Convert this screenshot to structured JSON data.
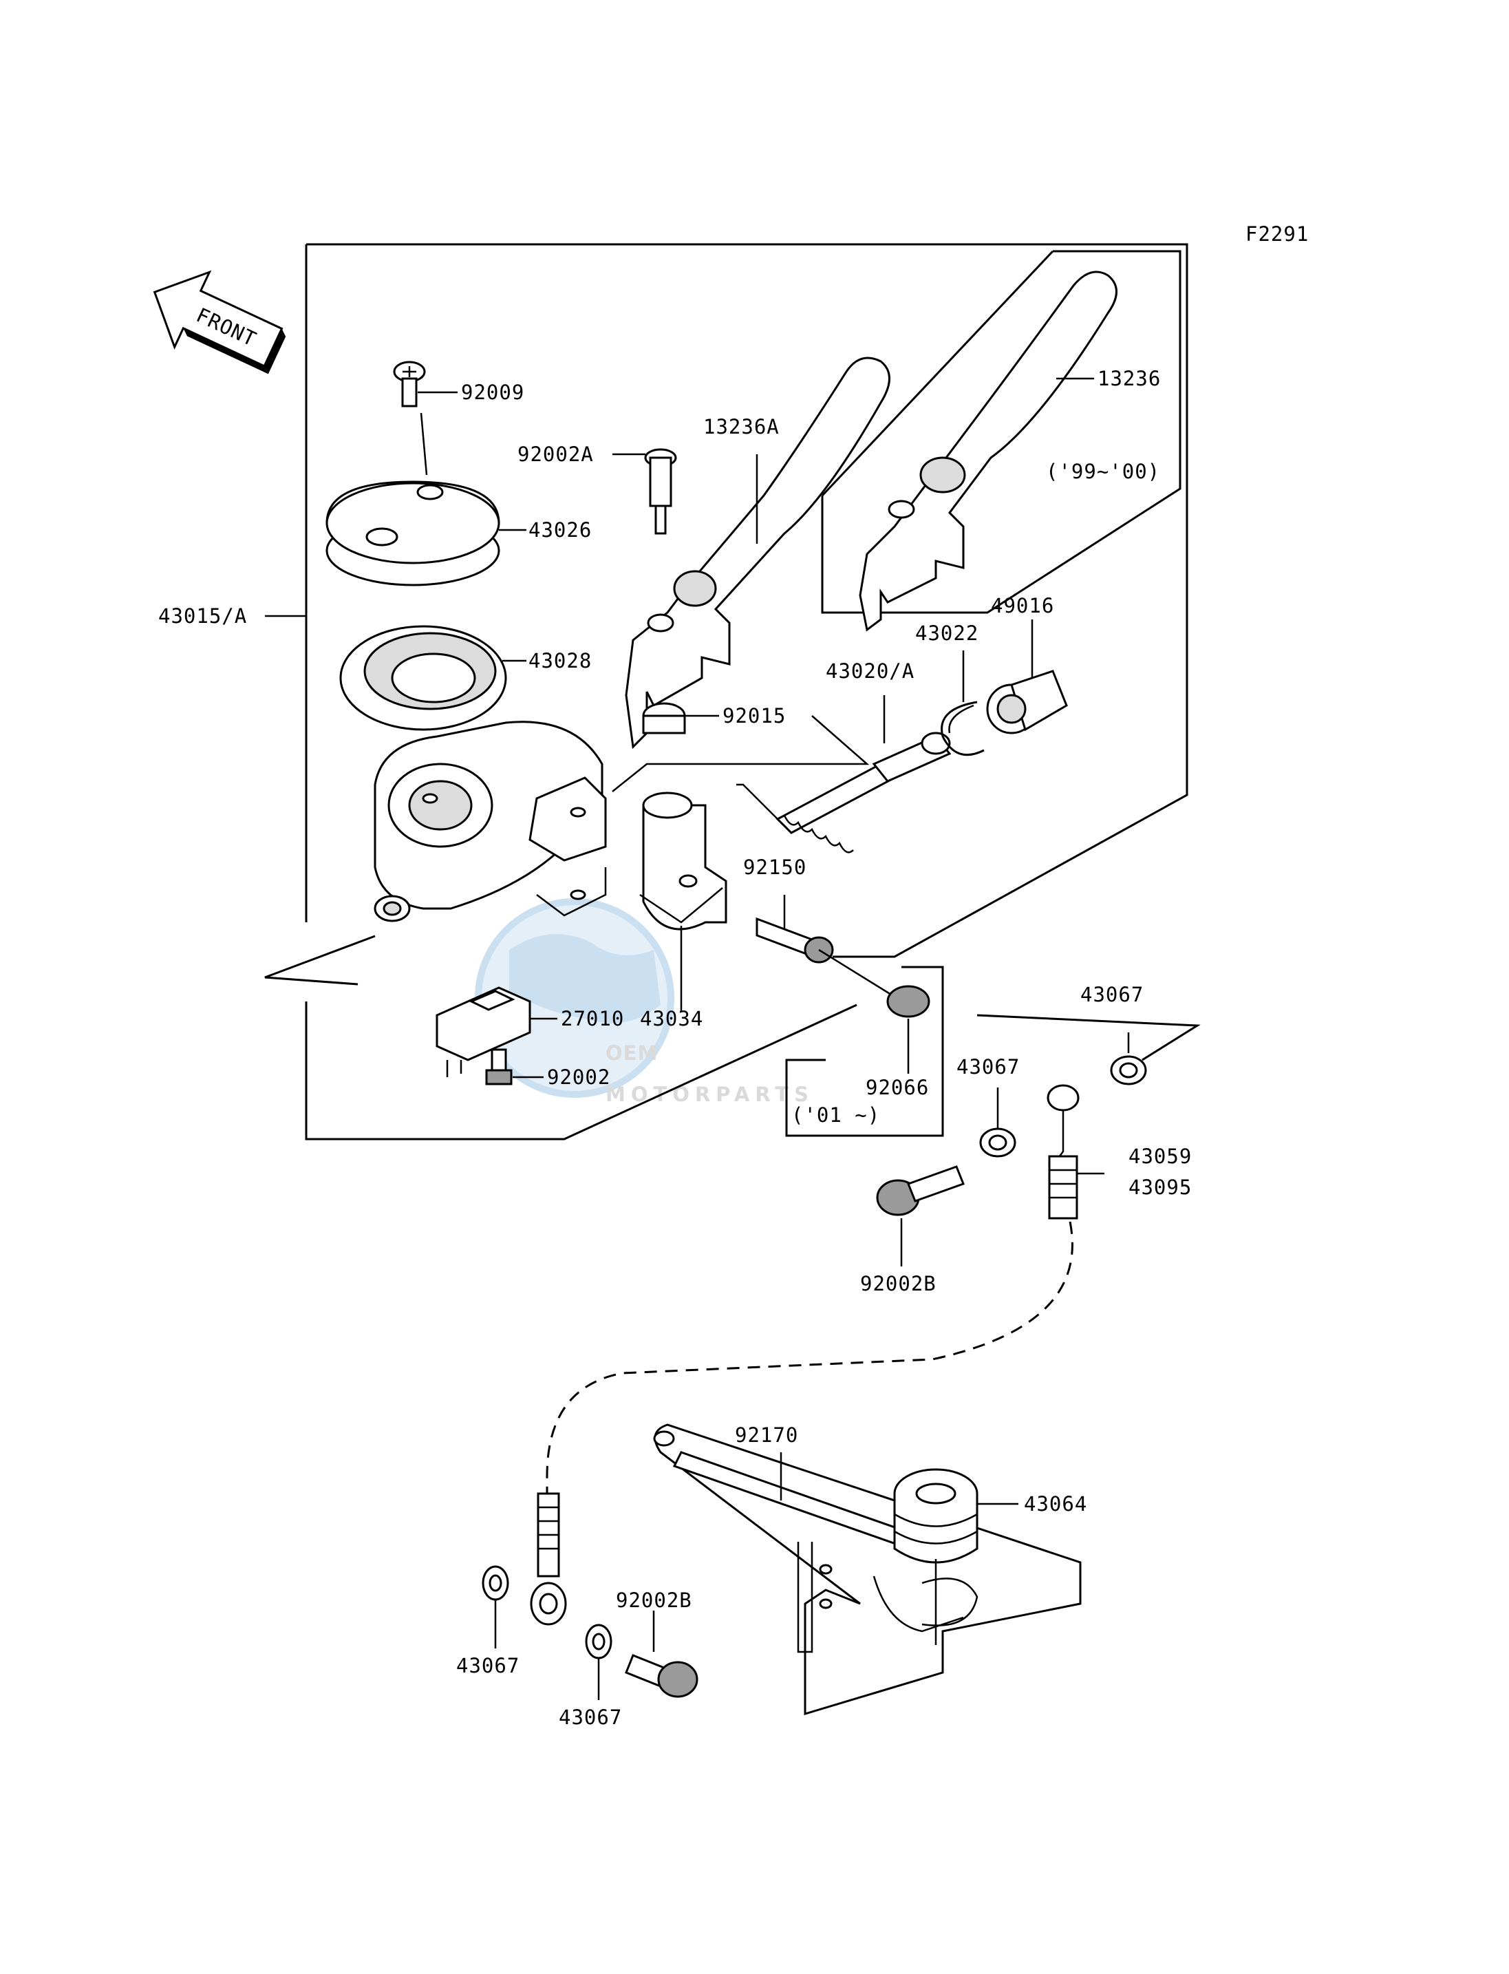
{
  "diagram": {
    "figure_code": "F2291",
    "front_arrow_label": "FRONT",
    "watermark": {
      "brand": "OEM",
      "sub": "MOTORPARTS"
    },
    "year_notes": {
      "lever_1999_2000": "('99~'00)",
      "cap_2001_on": "('01 ~)"
    },
    "part_labels": {
      "p92009": "92009",
      "p92002A": "92002A",
      "p13236A": "13236A",
      "p13236": "13236",
      "p43026": "43026",
      "p43015A": "43015/A",
      "p43028": "43028",
      "p92015": "92015",
      "p43022": "43022",
      "p49016": "49016",
      "p43020A": "43020/A",
      "p92150": "92150",
      "p27010": "27010",
      "p43034": "43034",
      "p92002": "92002",
      "p92066": "92066",
      "p43067_a": "43067",
      "p43067_b": "43067",
      "p43059": "43059",
      "p43095": "43095",
      "p92002B_a": "92002B",
      "p92170": "92170",
      "p43064": "43064",
      "p43067_c": "43067",
      "p92002B_b": "92002B",
      "p43067_d": "43067"
    }
  }
}
